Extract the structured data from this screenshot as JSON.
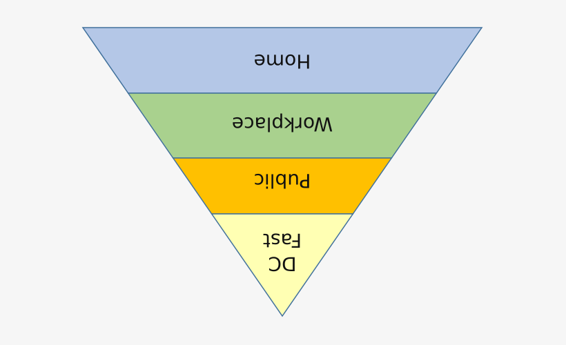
{
  "diagram": {
    "type": "inverted-pyramid",
    "orientation": "rotated-180",
    "background": "#f6f6f6",
    "stroke_color": "#41719c",
    "layers": [
      {
        "label": "Home",
        "color": "#b4c7e7"
      },
      {
        "label": "Workplace",
        "color": "#a9d18e"
      },
      {
        "label": "Public",
        "color": "#ffc000"
      },
      {
        "label": "DC\nFast",
        "color": "#ffffb3"
      }
    ]
  }
}
